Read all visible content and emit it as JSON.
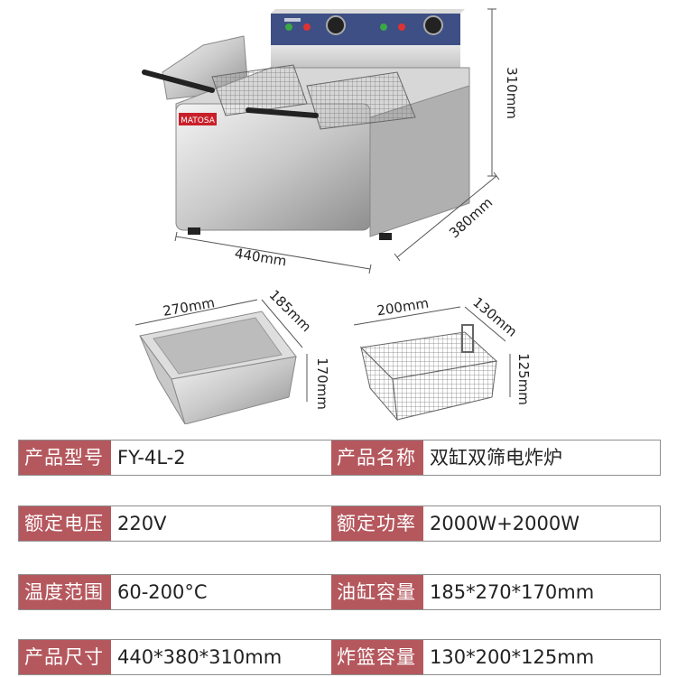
{
  "dimensions": {
    "fryer_height": "310mm",
    "fryer_depth": "380mm",
    "fryer_width": "440mm",
    "tank_width": "270mm",
    "tank_depth": "185mm",
    "tank_height": "170mm",
    "basket_width": "200mm",
    "basket_depth": "130mm",
    "basket_height": "125mm"
  },
  "brand_label": "MATOSA",
  "specs": [
    {
      "label_a": "产品型号",
      "value_a": "FY-4L-2",
      "label_b": "产品名称",
      "value_b": "双缸双筛电炸炉"
    },
    {
      "label_a": "额定电压",
      "value_a": "220V",
      "label_b": "额定功率",
      "value_b": "2000W+2000W"
    },
    {
      "label_a": "温度范围",
      "value_a": "60-200°C",
      "label_b": "油缸容量",
      "value_b": "185*270*170mm"
    },
    {
      "label_a": "产品尺寸",
      "value_a": "440*380*310mm",
      "label_b": "炸篮容量",
      "value_b": "130*200*125mm"
    }
  ],
  "colors": {
    "label_bg": "#b5585e",
    "brand_red": "#c8202a",
    "control_panel": "#3d4f84"
  }
}
